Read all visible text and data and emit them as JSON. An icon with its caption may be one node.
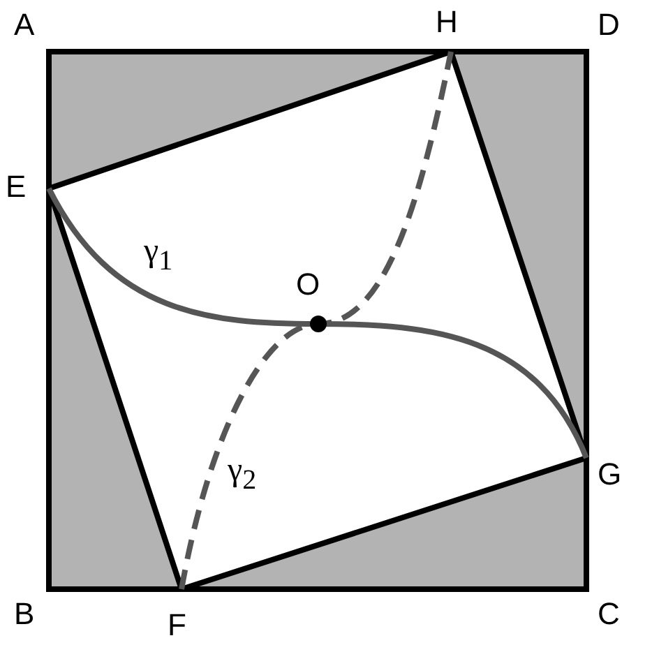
{
  "diagram": {
    "labels": [
      "A",
      "H",
      "D",
      "E",
      "γ$_{1}$",
      "O",
      "G",
      "γ$_{2}$",
      "B",
      "F",
      "C"
    ]
  }
}
